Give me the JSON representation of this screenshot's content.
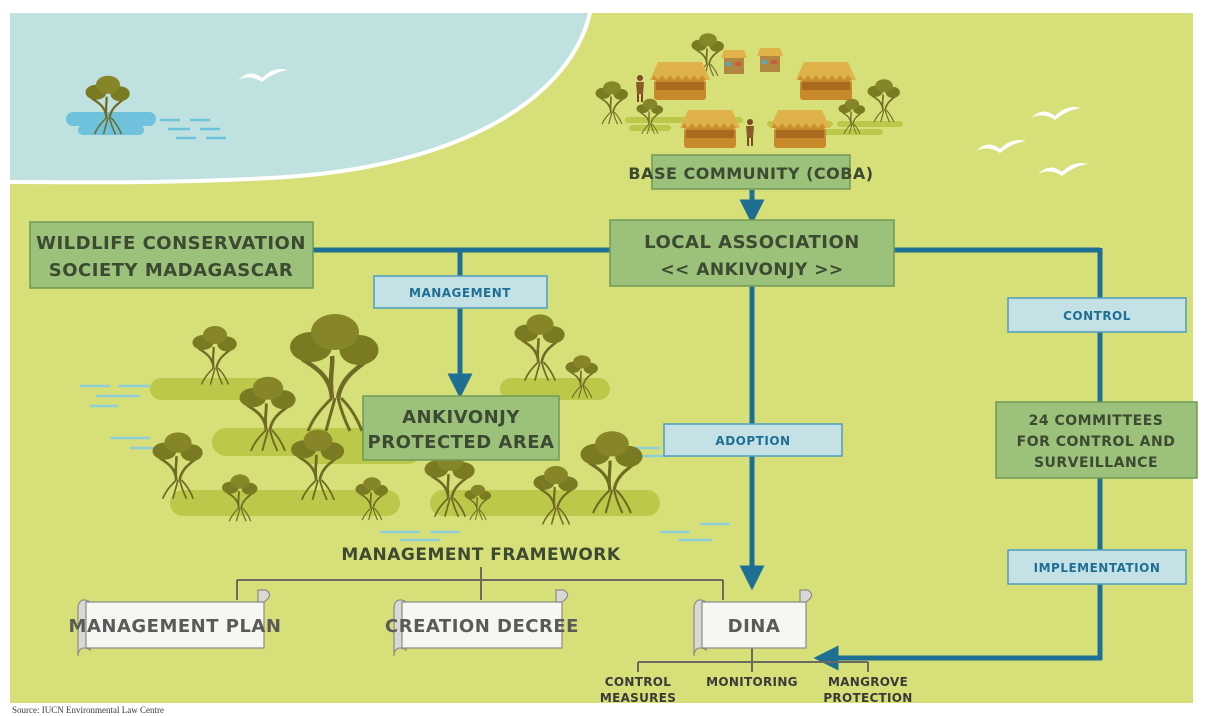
{
  "nodes": {
    "coba": "BASE COMMUNITY (COBA)",
    "wcs_line1": "WILDLIFE CONSERVATION",
    "wcs_line2": "SOCIETY MADAGASCAR",
    "local_line1": "LOCAL ASSOCIATION",
    "local_line2": "<< ANKIVONJY >>",
    "pa_line1": "ANKIVONJY",
    "pa_line2": "PROTECTED AREA",
    "committees_line1": "24 COMMITTEES",
    "committees_line2": "FOR CONTROL AND",
    "committees_line3": "SURVEILLANCE"
  },
  "edge_labels": {
    "management": "MANAGEMENT",
    "control": "CONTROL",
    "adoption": "ADOPTION",
    "implementation": "IMPLEMENTATION"
  },
  "framework": {
    "title": "MANAGEMENT FRAMEWORK",
    "docs": {
      "plan": "MANAGEMENT PLAN",
      "decree": "CREATION DECREE",
      "dina": "DINA"
    }
  },
  "dina_parts": {
    "control_line1": "CONTROL",
    "control_line2": "MEASURES",
    "monitoring": "MONITORING",
    "mangrove_line1": "MANGROVE",
    "mangrove_line2": "PROTECTION"
  },
  "source": "Source: IUCN Environmental Law Centre",
  "colors": {
    "background": "#d6df78",
    "sea": "#bfe1df",
    "green_box": "#9bc17a",
    "green_box_border": "#6f9a55",
    "blue_tag": "#c4e2e6",
    "connector": "#1f6f94",
    "tree": "#7a7a22",
    "undergrowth": "#bcc84a"
  },
  "icons": [
    "mangrove-tree-icon",
    "hut-icon",
    "market-stall-icon",
    "person-icon",
    "bird-icon",
    "scroll-icon"
  ]
}
